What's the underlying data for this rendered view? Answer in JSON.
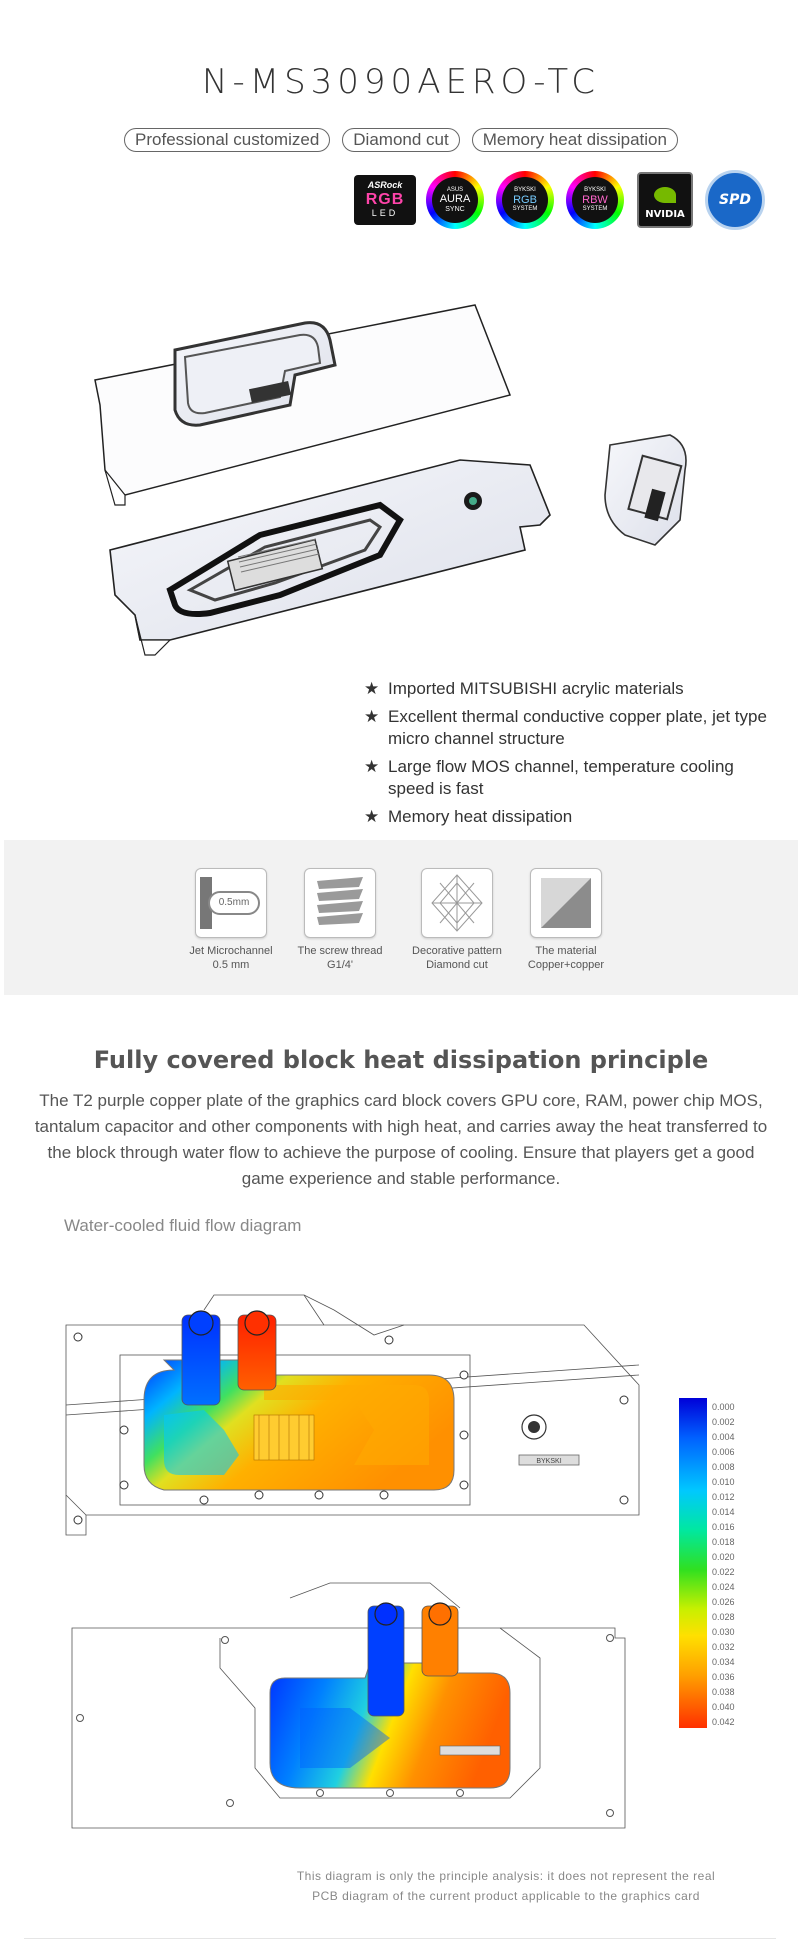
{
  "product": {
    "title": "N-MS3090AERO-TC"
  },
  "tags": [
    "Professional customized",
    "Diamond cut",
    "Memory heat dissipation"
  ],
  "badges": {
    "asrock": {
      "brand": "ASRock",
      "rgb": "RGB",
      "led": "LED"
    },
    "asus": {
      "brand": "ASUS",
      "line1": "AURA",
      "line2": "SYNC"
    },
    "bykski_rgb": {
      "brand": "BYKSKI",
      "line1": "RGB",
      "line2": "SYSTEM"
    },
    "bykski_rbw": {
      "brand": "BYKSKI",
      "line1": "RBW",
      "line2": "SYSTEM"
    },
    "nvidia": "NVIDIA",
    "spd": "SPD",
    "icons": [
      "asrock-rgb-icon",
      "asus-aura-sync-icon",
      "bykski-rgb-icon",
      "bykski-rbw-icon",
      "nvidia-icon",
      "spd-icon"
    ]
  },
  "features": [
    "Imported MITSUBISHI acrylic materials",
    "Excellent thermal conductive copper plate, jet type micro channel structure",
    "Large flow MOS channel, temperature cooling speed is fast",
    "Memory heat dissipation"
  ],
  "feature_bullet": "★",
  "specs": [
    {
      "label1": "Jet Microchannel",
      "label2": "0.5 mm",
      "inner": "0.5mm",
      "icon": "jet-microchannel-icon"
    },
    {
      "label1": "The screw thread",
      "label2": "G1/4'",
      "icon": "screw-thread-icon"
    },
    {
      "label1": "Decorative pattern",
      "label2": "Diamond cut",
      "icon": "diamond-cut-icon"
    },
    {
      "label1": "The material",
      "label2": "Copper+copper",
      "icon": "material-icon"
    }
  ],
  "principle": {
    "heading": "Fully covered block heat dissipation principle",
    "body": "The T2 purple copper plate of the graphics card block covers GPU core, RAM, power chip MOS, tantalum capacitor and other components with high heat, and carries away the heat transferred to the block through water flow to achieve the purpose of cooling. Ensure that players get a good game experience and stable performance."
  },
  "flow": {
    "label": "Water-cooled fluid flow diagram",
    "legend": [
      "0.000",
      "0.002",
      "0.004",
      "0.006",
      "0.008",
      "0.010",
      "0.012",
      "0.014",
      "0.016",
      "0.018",
      "0.020",
      "0.022",
      "0.024",
      "0.026",
      "0.028",
      "0.030",
      "0.032",
      "0.034",
      "0.036",
      "0.038",
      "0.040",
      "0.042"
    ],
    "block_logo": "BYKSKI"
  },
  "disclaimer": {
    "line1": "This diagram is only the principle analysis: it does not represent the real",
    "line2": "PCB diagram of the current product applicable to the graphics card"
  },
  "colors": {
    "cold": "#0033ff",
    "hot": "#ff3300",
    "badge_blue": "#1a68c8",
    "nvidia_green": "#76b900"
  }
}
